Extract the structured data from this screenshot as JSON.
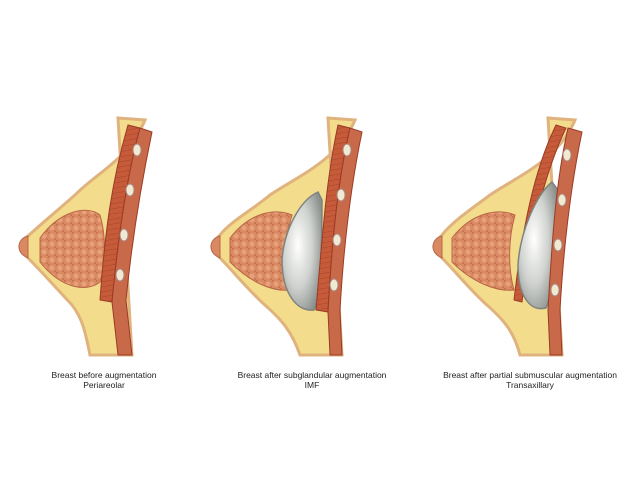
{
  "panels": [
    {
      "caption": "Breast before augmentation",
      "incision": "Periareolar",
      "implant": "none"
    },
    {
      "caption": "Breast after subglandular augmentation",
      "incision": "IMF",
      "implant": "subglandular"
    },
    {
      "caption": "Breast after partial submuscular augmentation",
      "incision": "Transaxillary",
      "implant": "submuscular"
    }
  ],
  "colors": {
    "fat": "#f3dd8c",
    "gland": "#d98a63",
    "muscle": "#c65b3a",
    "skin": "#e9b48d",
    "implant": "#c9ccc8",
    "rib": "#f1ead2"
  }
}
